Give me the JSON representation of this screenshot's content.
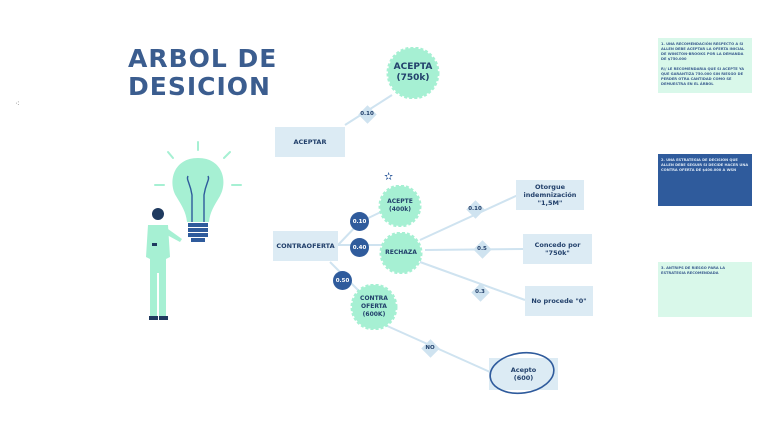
{
  "title": {
    "line1": "ARBOL DE",
    "line2": "DESICION"
  },
  "nodes": {
    "acepta_750": "ACEPTA\n(750k)",
    "aceptar": "ACEPTAR",
    "contraoferta": "CONTRAOFERTA",
    "acepte_400": "ACEPTE\n(400k)",
    "rechaza": "RECHAZA",
    "contra_oferta_600": "CONTRA\nOFERTA\n(600K)",
    "otorgue": "Otorgue\nindemnización\n\"1,5M\"",
    "concedo": "Concedo por \"750k\"",
    "no_procede": "No procede \"0\"",
    "acepto_600": "Acepto\n(600)"
  },
  "probabilities": {
    "p_aceptar": "0.10",
    "p_acepte": "0.10",
    "p_rechaza": "0.40",
    "p_contra": "0.50",
    "p_otorgue": "0.10",
    "p_concedo": "0.5",
    "p_noprocede": "0.3",
    "p_no": "NO"
  },
  "notes": {
    "note1": [
      "1. UNA RECOMENDACIÓN RESPECTO A SI ALLEN DEBE ACEPTAR LA OFERTA INICIAL DE WINSTON-BROOKS POR LA DEMANDA DE $750.000",
      "R// LE RECOMENDARIA QUE SI ACEPTE YA QUE GARANTIZA 750.000 SIN RIESGO DE PERDER OTRA CANTIDAD COMO SE DEMUESTRA EN EL ÁRBOL"
    ],
    "note2": [
      "2. UNA ESTRATEGIA DE DECISION QUE ALLEN DEBE SEGUIR SI DECIDE HACER UNA CONTRA OFERTA DE $400.000 A WSN"
    ],
    "note3": [
      "3. ANTRIPS DE RIESGO PARA LA ESTRATEGIA RECOMENDADA"
    ]
  },
  "colors": {
    "mint": "#a6f0d3",
    "navy": "#2f5b9c",
    "lightblue": "#dcebf4",
    "title": "#3b5d8f"
  },
  "icons": [
    "lightbulb-icon",
    "person-icon",
    "star-icon",
    "loader-icon"
  ]
}
